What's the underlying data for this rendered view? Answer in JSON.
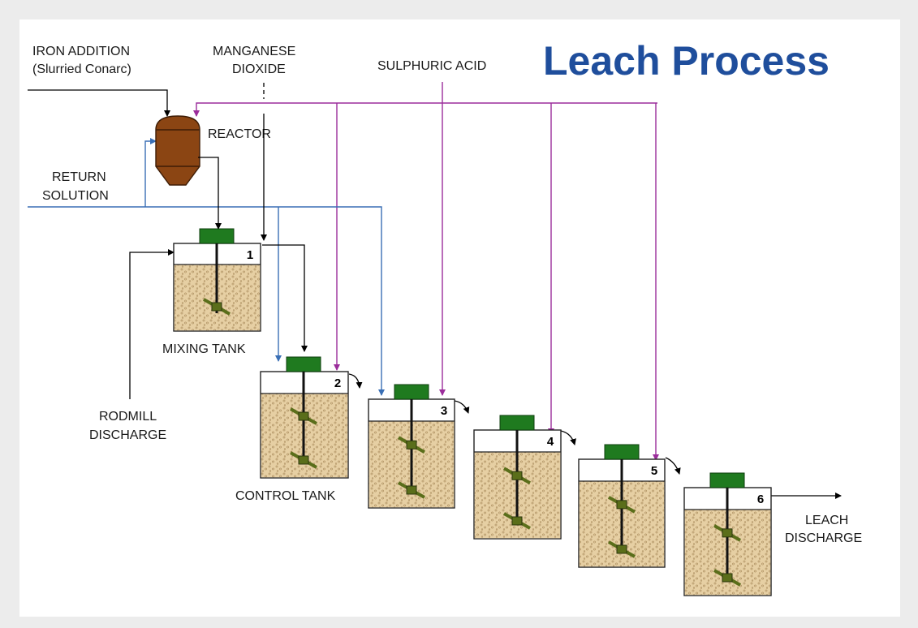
{
  "title": "Leach Process",
  "labels": {
    "iron_addition_1": "IRON ADDITION",
    "iron_addition_2": "(Slurried Conarc)",
    "manganese_1": "MANGANESE",
    "manganese_2": "DIOXIDE",
    "sulphuric_acid": "SULPHURIC ACID",
    "reactor": "REACTOR",
    "return_1": "RETURN",
    "return_2": "SOLUTION",
    "rodmill_1": "RODMILL",
    "rodmill_2": "DISCHARGE",
    "mixing_tank": "MIXING TANK",
    "control_tank": "CONTROL TANK",
    "leach_1": "LEACH",
    "leach_2": "DISCHARGE"
  },
  "tanks": [
    {
      "number": "1"
    },
    {
      "number": "2"
    },
    {
      "number": "3"
    },
    {
      "number": "4"
    },
    {
      "number": "5"
    },
    {
      "number": "6"
    }
  ],
  "colors": {
    "title": "#1f4e9c",
    "acid_line": "#9b2d9b",
    "return_line": "#3a6fb5",
    "flow_line": "#000000",
    "motor": "#1f7a1f",
    "slurry": "#e6cfa3",
    "impeller": "#5a6e1a",
    "reactor": "#8b4513"
  }
}
